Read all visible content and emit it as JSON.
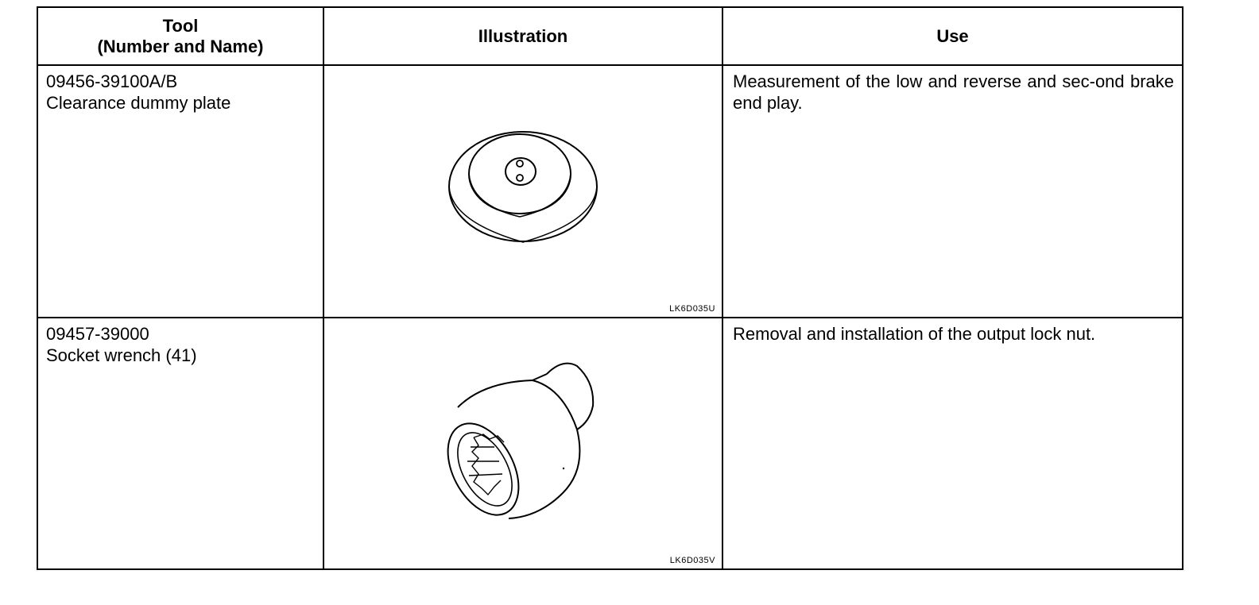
{
  "table": {
    "headers": {
      "tool": "Tool\n(Number and Name)",
      "illustration": "Illustration",
      "use": "Use"
    },
    "rows": [
      {
        "tool_number": "09456-39100A/B",
        "tool_name": "Clearance dummy plate",
        "illustration_icon": "clearance-dummy-plate-drawing",
        "illustration_code": "LK6D035U",
        "use": "Measurement of the low and reverse and sec-ond brake end play."
      },
      {
        "tool_number": "09457-39000",
        "tool_name": "Socket wrench (41)",
        "illustration_icon": "socket-wrench-drawing",
        "illustration_code": "LK6D035V",
        "use": "Removal and installation of the output lock nut."
      }
    ]
  }
}
